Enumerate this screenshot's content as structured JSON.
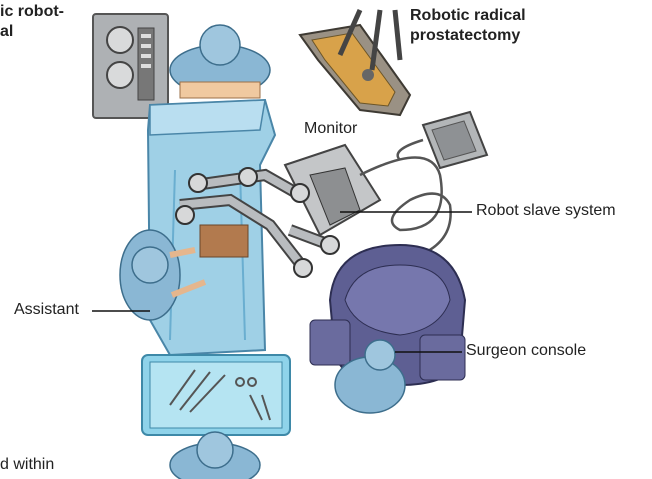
{
  "title_left_fragment": [
    "ic robot-",
    "al"
  ],
  "title_right": [
    "Robotic radical",
    "prostatectomy"
  ],
  "labels": {
    "monitor": "Monitor",
    "robot_slave_system": "Robot slave system",
    "assistant": "Assistant",
    "surgeon_console": "Surgeon console"
  },
  "bottom_left_fragment": "d within",
  "colors": {
    "drape": "#9fd0e6",
    "drape_dark": "#6aaed0",
    "robot_gray": "#b9bcbf",
    "console_purple": "#5e5f93",
    "tray_cyan": "#8fd3ea",
    "caps_blue": "#8ab7d4"
  },
  "icons": [
    "monitor-icon",
    "robot-arm-icon",
    "surgeon-console-icon",
    "instrument-tray-icon",
    "operating-light-icon",
    "equipment-tower-icon"
  ]
}
